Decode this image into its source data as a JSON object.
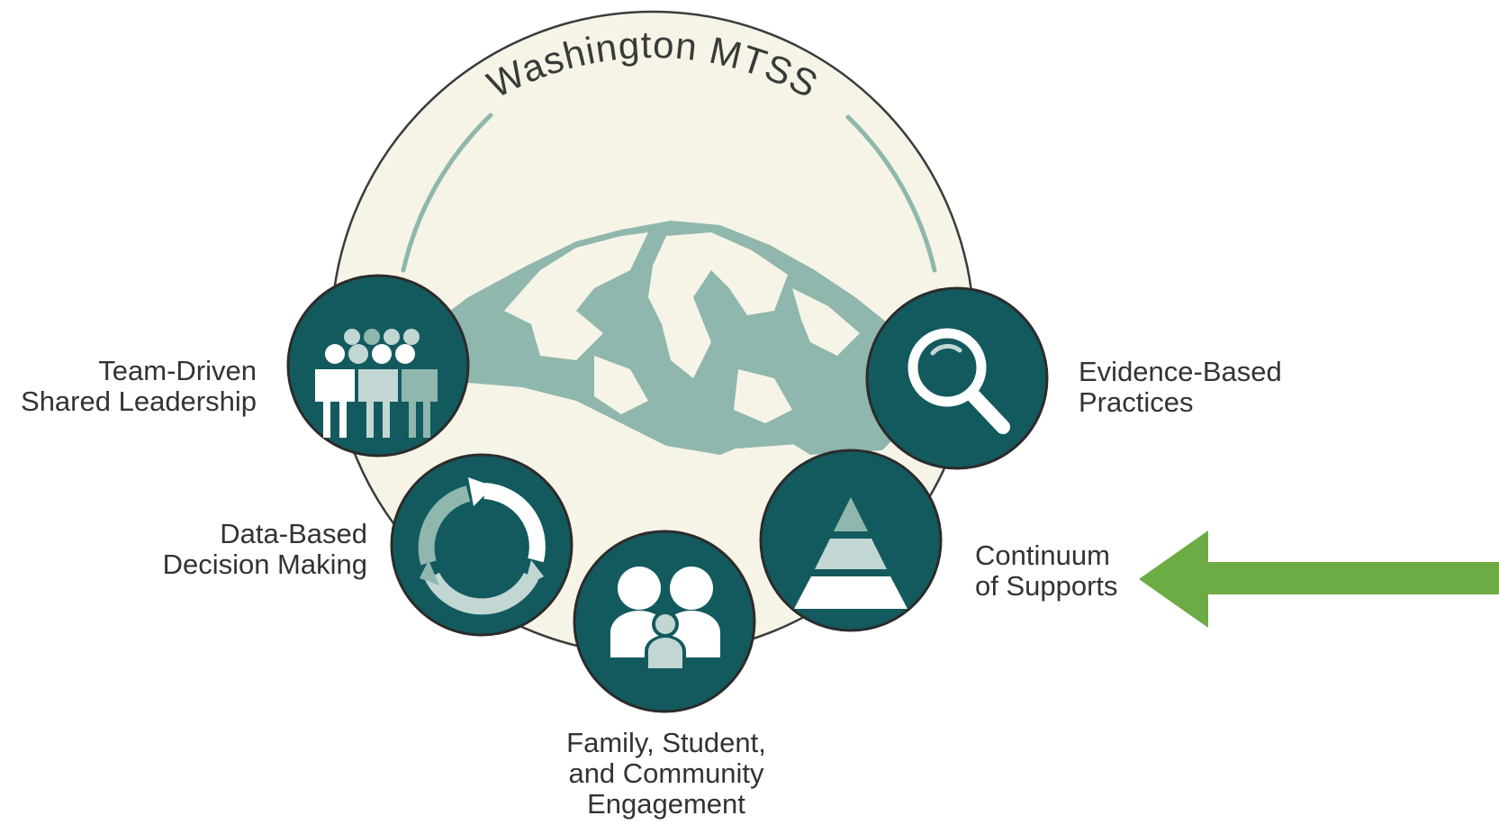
{
  "title": "Washington MTSS",
  "colors": {
    "dark_teal": "#135a5f",
    "sage": "#8fb7ad",
    "light_sage": "#c2d7d3",
    "cream": "#f6f4e7",
    "arrow_green": "#6dab44"
  },
  "components": [
    {
      "icon": "team-people-icon",
      "lines": [
        "Team-Driven",
        "Shared Leadership"
      ]
    },
    {
      "icon": "cycle-arrows-icon",
      "lines": [
        "Data-Based",
        "Decision Making"
      ]
    },
    {
      "icon": "family-icon",
      "lines": [
        "Family, Student,",
        "and Community",
        "Engagement"
      ]
    },
    {
      "icon": "pyramid-icon",
      "lines": [
        "Continuum",
        "of Supports"
      ]
    },
    {
      "icon": "magnifying-glass-icon",
      "lines": [
        "Evidence-Based",
        "Practices"
      ]
    }
  ],
  "highlight_arrow": {
    "points_to": "Continuum of Supports",
    "direction": "left"
  }
}
